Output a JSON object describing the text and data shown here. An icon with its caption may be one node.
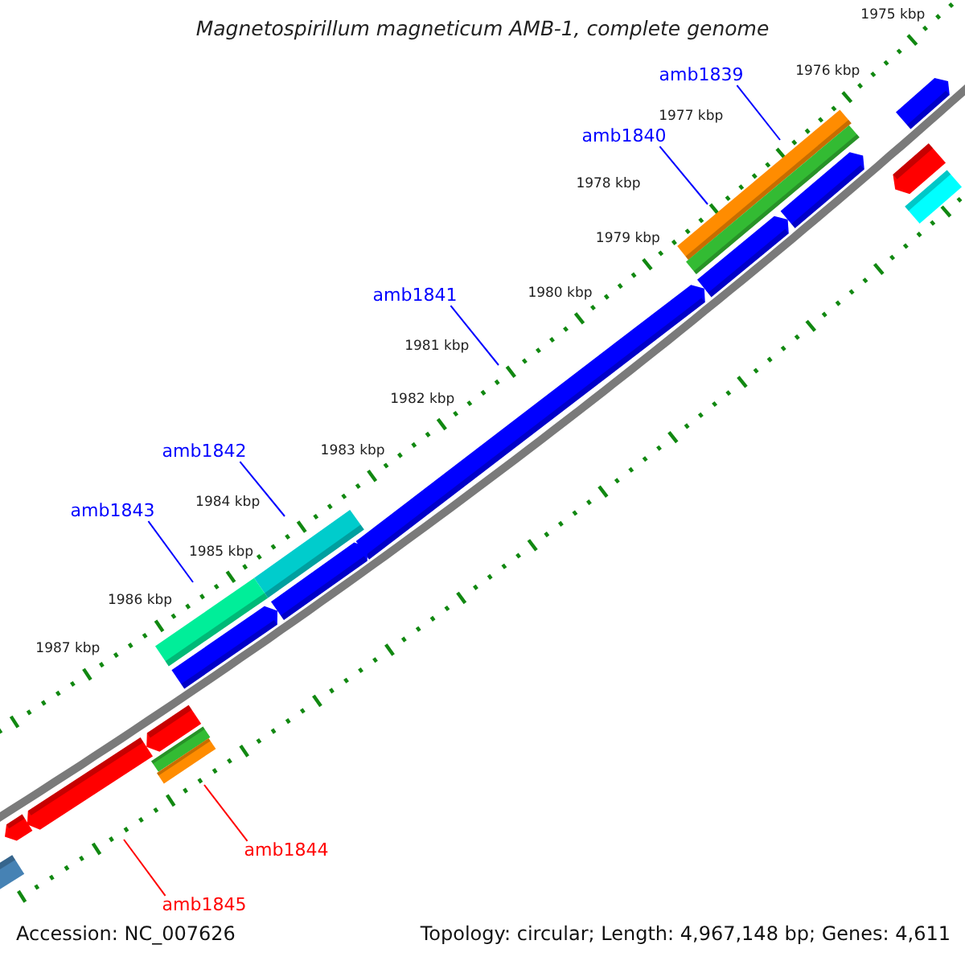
{
  "diagram": {
    "title": "Magnetospirillum magneticum AMB-1, complete genome",
    "nodes": [
      {
        "text": [
          "amb1839"
        ]
      },
      {
        "text": [
          "amb1840"
        ]
      },
      {
        "text": [
          "amb1841"
        ]
      },
      {
        "text": [
          "amb1842"
        ]
      },
      {
        "text": [
          "amb1843"
        ]
      },
      {
        "text": [
          "amb1844"
        ]
      },
      {
        "text": [
          "amb1845"
        ]
      }
    ],
    "edges": [
      {
        "from": 0,
        "to": null,
        "arrow": "none"
      },
      {
        "from": 1,
        "to": null,
        "arrow": "none"
      },
      {
        "from": 2,
        "to": null,
        "arrow": "none"
      },
      {
        "from": 3,
        "to": null,
        "arrow": "none"
      },
      {
        "from": 4,
        "to": null,
        "arrow": "none"
      },
      {
        "from": 5,
        "to": null,
        "arrow": "none",
        "color": "#ff0000"
      },
      {
        "from": 6,
        "to": null,
        "arrow": "none",
        "color": "#ff0000"
      }
    ],
    "labels": [
      "1975 kbp",
      "1976 kbp",
      "1977 kbp",
      "1978 kbp",
      "1979 kbp",
      "1980 kbp",
      "1981 kbp",
      "1982 kbp",
      "1983 kbp",
      "1984 kbp",
      "1985 kbp",
      "1986 kbp",
      "1987 kbp",
      "Accession: NC_007626",
      "Topology: circular; Length: 4,967,148 bp; Genes: 4,611"
    ]
  }
}
